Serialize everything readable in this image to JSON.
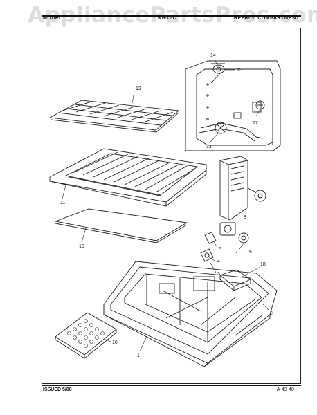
{
  "watermark": "AppliancePartsPros.com",
  "header": {
    "left": "MODEL",
    "center": "NW17C",
    "right": "REFRIG. COMPARTMENT"
  },
  "footer": {
    "issued": "ISSUED 5/88",
    "code": "A-43-40"
  },
  "callouts": [
    "1",
    "2",
    "3",
    "4",
    "5",
    "6",
    "7",
    "8",
    "10",
    "11",
    "12",
    "13",
    "14",
    "15",
    "16",
    "17",
    "18"
  ]
}
